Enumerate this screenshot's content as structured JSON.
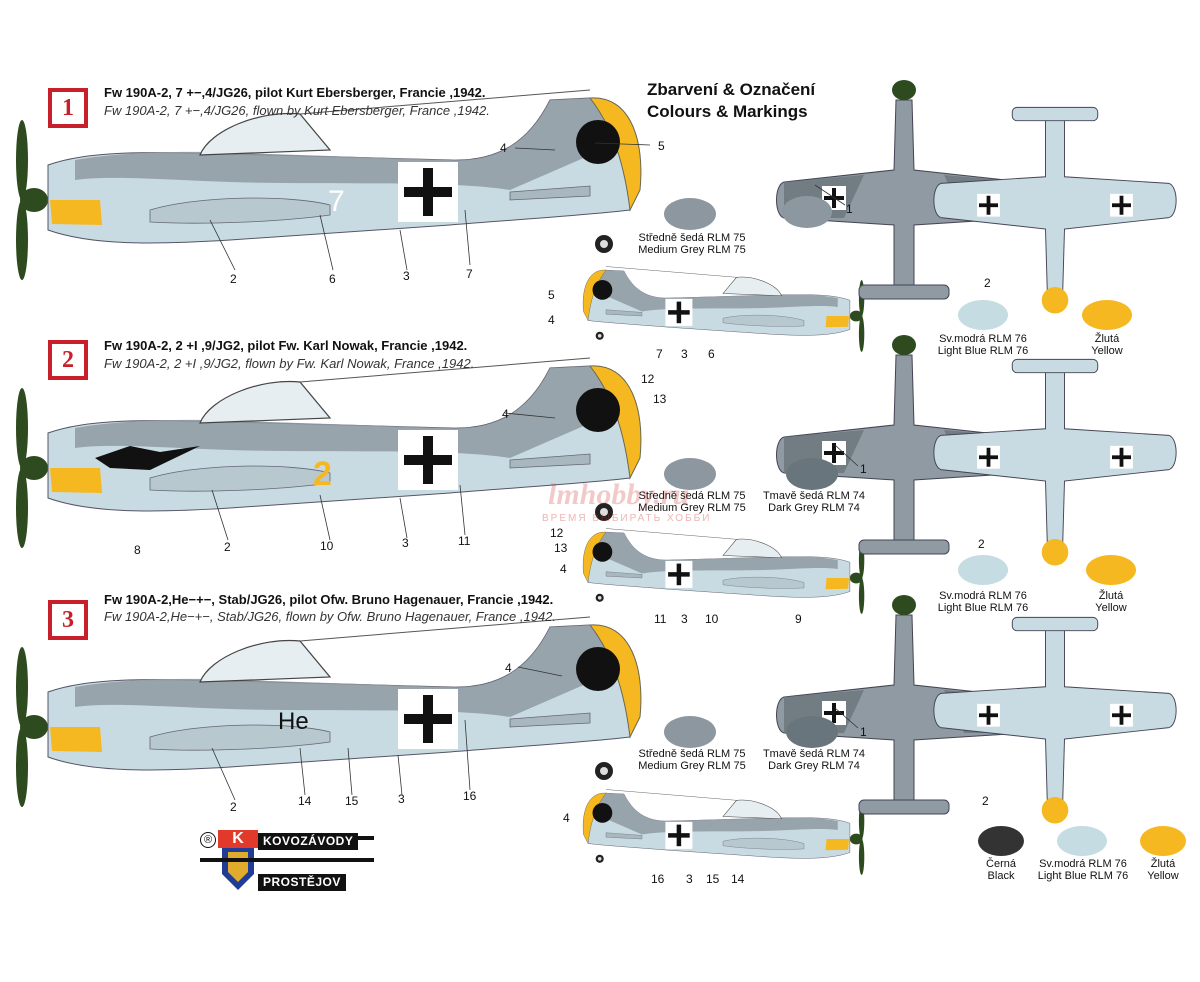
{
  "header": {
    "title_cz": "Zbarvení & Označení",
    "title_en": "Colours & Markings"
  },
  "schemes": [
    {
      "number": "1",
      "caption_cz": "Fw 190A-2, 7 +−,4/JG26, pilot Kurt Ebersberger, Francie ,1942.",
      "caption_en": "Fw 190A-2, 7 +−,4/JG26, flown by Kurt Ebersberger, France ,1942.",
      "fuselage_code": "7",
      "large_callouts": [
        "4",
        "5",
        "2",
        "6",
        "3",
        "7"
      ],
      "small_callouts": [
        "5",
        "4",
        "7",
        "3",
        "6"
      ],
      "top_view_callouts": [
        "1",
        "2"
      ]
    },
    {
      "number": "2",
      "caption_cz": "Fw 190A-2, 2 +I ,9/JG2, pilot Fw. Karl Nowak, Francie ,1942.",
      "caption_en": "Fw 190A-2, 2 +I ,9/JG2, flown by Fw. Karl Nowak, France ,1942.",
      "fuselage_code": "2",
      "large_callouts": [
        "12",
        "13",
        "4",
        "8",
        "2",
        "10",
        "3",
        "11"
      ],
      "small_callouts": [
        "12",
        "13",
        "4",
        "11",
        "3",
        "10",
        "9"
      ],
      "top_view_callouts": [
        "1",
        "2"
      ]
    },
    {
      "number": "3",
      "caption_cz": "Fw 190A-2,He−+−, Stab/JG26, pilot  Ofw. Bruno Hagenauer, Francie ,1942.",
      "caption_en": "Fw 190A-2,He−+−, Stab/JG26, flown by  Ofw. Bruno Hagenauer, France ,1942.",
      "fuselage_code": "He",
      "large_callouts": [
        "4",
        "2",
        "14",
        "15",
        "3",
        "16"
      ],
      "small_callouts": [
        "4",
        "16",
        "3",
        "15",
        "14"
      ],
      "top_view_callouts": [
        "1",
        "2"
      ]
    }
  ],
  "swatches": {
    "medium_grey": {
      "cz": "Středně šedá RLM 75",
      "en": "Medium Grey RLM 75",
      "color": "#8d979f"
    },
    "dark_grey": {
      "cz": "Tmavě šedá RLM 74",
      "en": "Dark Grey RLM 74",
      "color": "#69757c"
    },
    "light_blue": {
      "cz": "Sv.modrá RLM 76",
      "en": "Light Blue RLM 76",
      "color": "#c5dce3"
    },
    "yellow": {
      "cz": "Žlutá",
      "en": "Yellow",
      "color": "#f6b820"
    },
    "black": {
      "cz": "Černá",
      "en": "Black",
      "color": "#333333"
    }
  },
  "logo": {
    "line1": "KOVOZÁVODY",
    "line2": "PROSTĚJOV",
    "mark": "K",
    "registered": "®"
  },
  "watermark": {
    "text": "lmhobby.ru",
    "tagline": "ВРЕМЯ ВЫБИРАТЬ ХОББИ"
  }
}
